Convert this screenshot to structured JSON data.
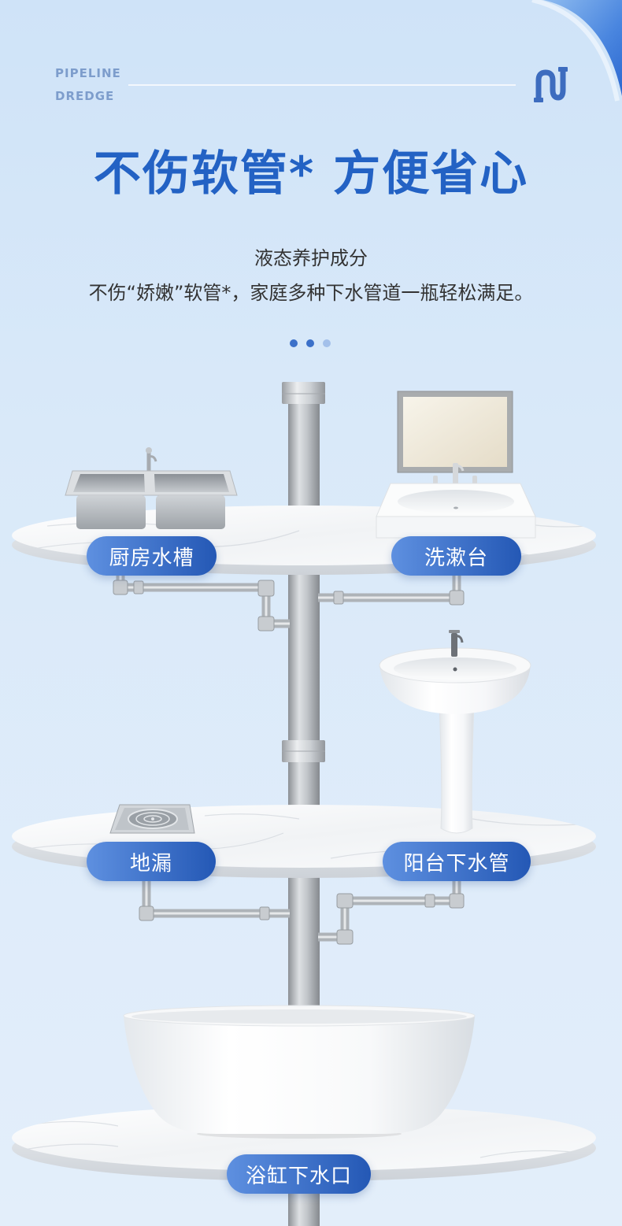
{
  "header": {
    "line1": "PIPELINE",
    "line2": "DREDGE",
    "logo_icon": "pipe-logo-icon"
  },
  "title": "不伤软管* 方便省心",
  "subtitle": {
    "line1": "液态养护成分",
    "line2": "不伤“娇嫩”软管*，家庭多种下水管道一瓶轻松满足。"
  },
  "pagination": {
    "total": 3,
    "filled": 2
  },
  "labels": {
    "kitchen_sink": "厨房水槽",
    "washbasin": "洗漱台",
    "floor_drain": "地漏",
    "balcony_drain": "阳台下水管",
    "bathtub_drain": "浴缸下水口"
  },
  "colors": {
    "accent": "#2362c4",
    "header_text": "#7d9dcc",
    "pill_start": "#5e90e0",
    "pill_end": "#2458b5",
    "dot_active": "#3b70c9",
    "dot_inactive": "#a3c0ea",
    "background_top": "#cfe3f8",
    "background_bottom": "#e3eefa"
  }
}
